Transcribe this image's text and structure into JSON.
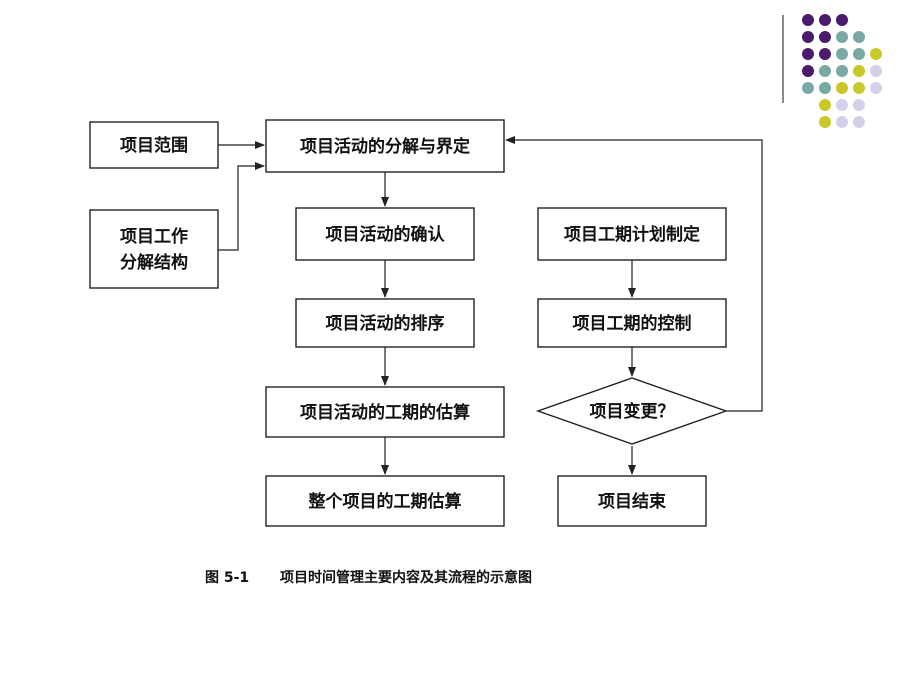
{
  "nodes": {
    "scope": "项目范围",
    "wbs_line1": "项目工作",
    "wbs_line2": "分解结构",
    "decompose": "项目活动的分解与界定",
    "confirm": "项目活动的确认",
    "sequence": "项目活动的排序",
    "estimate": "项目活动的工期的估算",
    "overall": "整个项目的工期估算",
    "plan": "项目工期计划制定",
    "control": "项目工期的控制",
    "change": "项目变更？",
    "end": "项目结束"
  },
  "caption": {
    "figure_no": "图 5-1",
    "title": "项目时间管理主要内容及其流程的示意图"
  },
  "colors": {
    "dot_purple": "#4a1a6b",
    "dot_teal": "#7aa8a4",
    "dot_yellow": "#c8c828",
    "dot_lavender": "#d4d0ec",
    "divider": "#8a8a8a"
  }
}
